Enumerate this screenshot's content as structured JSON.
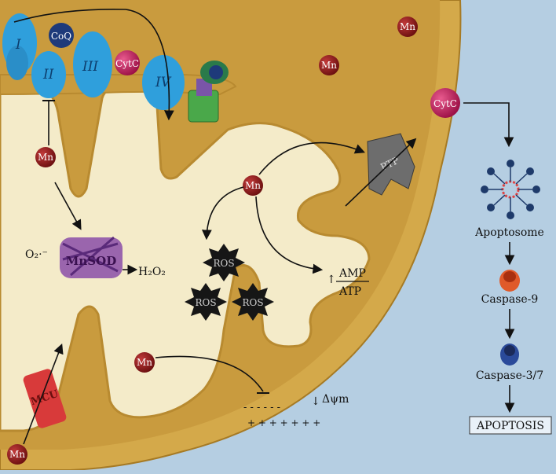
{
  "colors": {
    "background": "#b5cee2",
    "outer_membrane": "#d4a94a",
    "inner_membrane": "#bf8f2e",
    "matrix": "#f4ebc9",
    "mn_fill": "#8b1a1a",
    "cytc_fill": "#c01a5a",
    "coq_fill": "#1e3a7a",
    "complex_blue": "#2f9fdc",
    "ros_fill": "#161616",
    "mcu_fill": "#d83a3a",
    "mnsod_fill": "#8a4ea8"
  },
  "labels": {
    "mn": "Mn",
    "coq": "CoQ",
    "cytc": "CytC",
    "ros": "ROS",
    "mnsod": "MnSOD",
    "mcu": "MCU",
    "ptp": "PTP",
    "complex_1": "I",
    "complex_2": "II",
    "complex_3": "III",
    "complex_4": "IV",
    "o2_radical": "O₂·⁻",
    "h2o2": "H₂O₂",
    "amp": "AMP",
    "atp": "ATP",
    "up_arrow": "↑",
    "down_arrow": "↓",
    "delta_psi": "Δψm",
    "apoptosome": "Apoptosome",
    "caspase9": "Caspase-9",
    "caspase37": "Caspase-3/7",
    "apoptosis": "APOPTOSIS",
    "minus_charges": "-  -  -  -  -  -",
    "plus_charges": "+  +  +  +  +  +  +"
  },
  "icons": [
    "mn-ion-icon",
    "cytochrome-c-icon",
    "coenzyme-q-icon",
    "ros-starburst-icon",
    "atp-synthase-icon",
    "mnsod-protein-icon",
    "mcu-channel-icon",
    "ptp-channel-icon",
    "apoptosome-icon",
    "caspase-icon"
  ]
}
